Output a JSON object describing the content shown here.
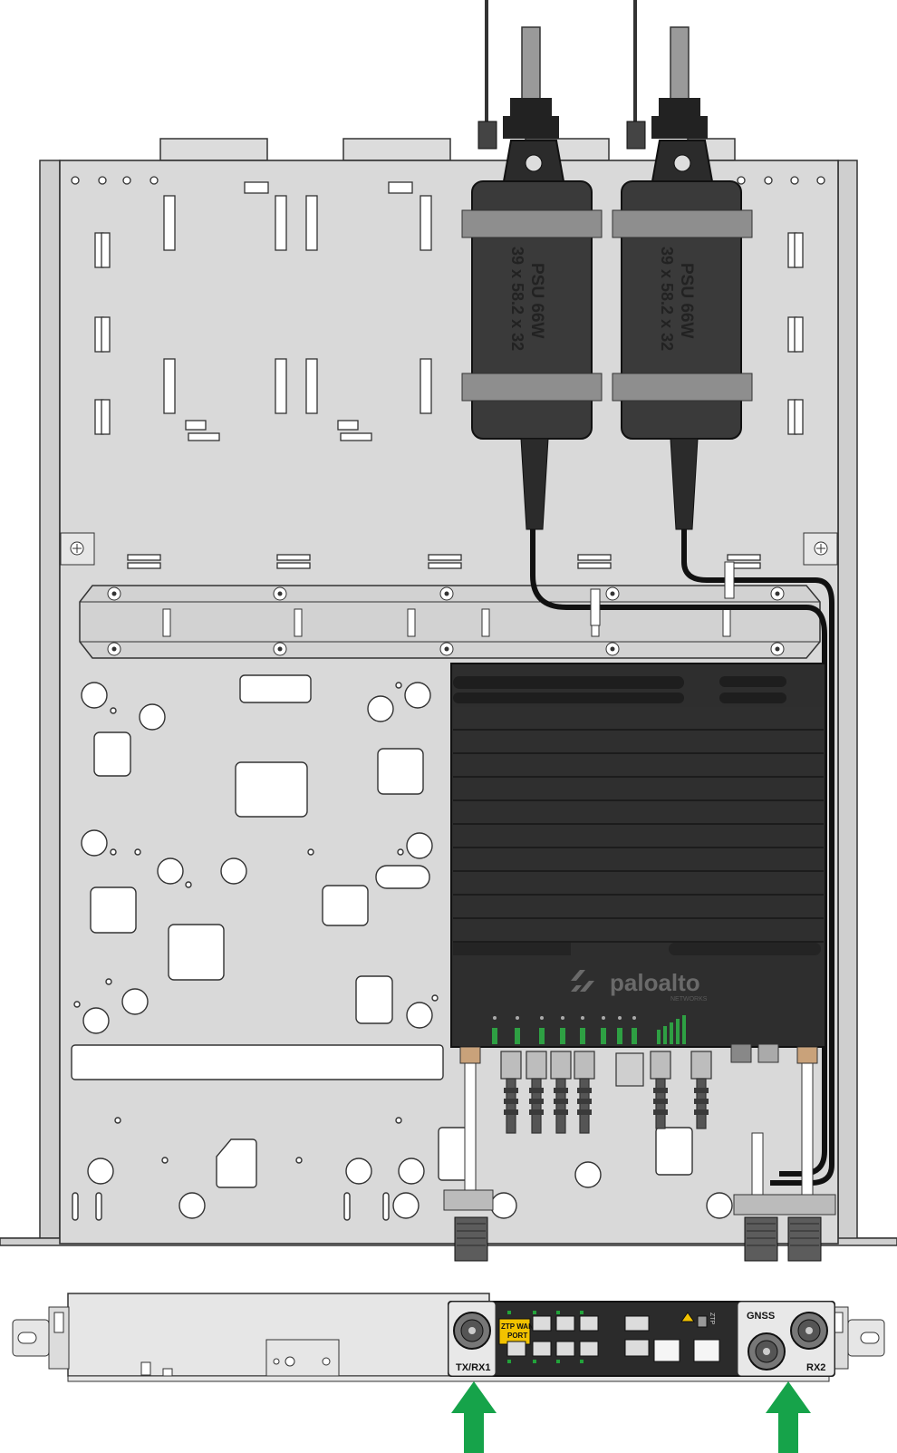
{
  "psu_left": {
    "line1": "PSU 66W",
    "line2": "39 x 58.2 x 32"
  },
  "psu_right": {
    "line1": "PSU 66W",
    "line2": "39 x 58.2 x 32"
  },
  "brand": {
    "name": "paloalto",
    "sub": "NETWORKS"
  },
  "front_panel": {
    "txrx_label": "TX/RX1",
    "gnss_label": "GNSS",
    "rx2_label": "RX2",
    "ztp_label_line1": "ZTP WAN",
    "ztp_label_line2": "PORT",
    "ztp_small": "ZTP"
  },
  "colors": {
    "chassis": "#d9d9d9",
    "chassis_edge": "#333333",
    "psu_body": "#3a3a3a",
    "device_body": "#2e2e2e",
    "arrow_green": "#16a34a",
    "led_green": "#22a33a",
    "ztp_yellow": "#f2c200"
  },
  "icons": [
    "screw-icon",
    "antenna-connector-icon",
    "ethernet-port-icon",
    "arrow-up-icon",
    "palo-alto-logo-icon"
  ]
}
